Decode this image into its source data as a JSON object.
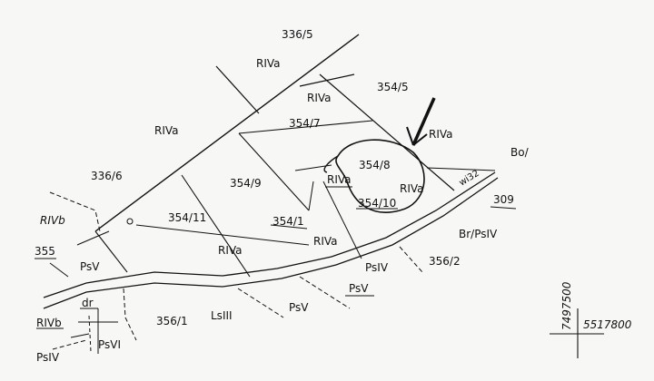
{
  "parcels": {
    "p336_5": "336/5",
    "p354_5": "354/5",
    "p354_7": "354/7",
    "p354_8": "354/8",
    "p354_9": "354/9",
    "p354_10": "354/10",
    "p354_11": "354/11",
    "p354_1": "354/1",
    "p336_6": "336/6",
    "p355": "355",
    "p356_1": "356/1",
    "p356_2": "356/2",
    "p309": "309"
  },
  "classes": {
    "riva_1": "RIVa",
    "riva_2": "RIVa",
    "riva_3": "RIVa",
    "riva_4": "RIVa",
    "riva_5": "RIVa",
    "riva_6": "RIVa",
    "riva_7": "RIVa",
    "riva_8": "RIVa",
    "rivb_1": "RIVb",
    "rivb_2": "RIVb",
    "psv_1": "PsV",
    "psv_2": "PsV",
    "psv_3": "PsV",
    "psiv_1": "PsIV",
    "psiv_2": "PsIV",
    "psvi": "PsVI",
    "lsiii": "LsIII",
    "brpsiv": "Br/PsIV",
    "bo": "Bo/",
    "dr": "dr",
    "wi32": "wi32"
  },
  "coordinates": {
    "northing": "7497500",
    "easting": "5517800"
  }
}
